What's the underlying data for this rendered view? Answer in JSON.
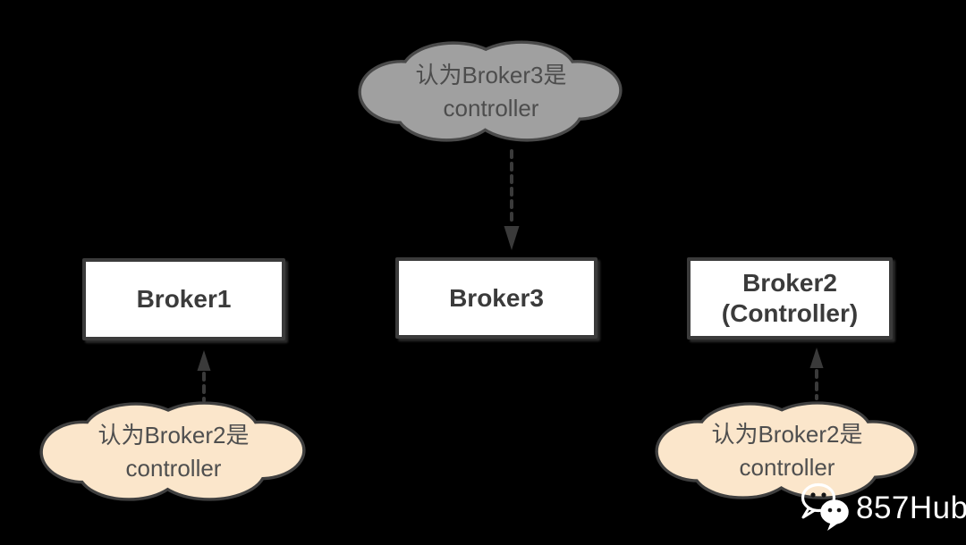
{
  "diagram": {
    "top_cloud": {
      "line1": "认为Broker3是",
      "line2": "controller"
    },
    "left_cloud": {
      "line1": "认为Broker2是",
      "line2": "controller"
    },
    "right_cloud": {
      "line1": "认为Broker2是",
      "line2": "controller"
    },
    "boxes": [
      {
        "id": "broker1",
        "label": "Broker1"
      },
      {
        "id": "broker3",
        "label": "Broker3"
      },
      {
        "id": "broker2",
        "label_line1": "Broker2",
        "label_line2": "(Controller)"
      }
    ]
  },
  "watermark": {
    "brand": "857Hub",
    "icon": "wechat-icon"
  },
  "colors": {
    "background": "#000000",
    "box-fill": "#ffffff",
    "box-border": "#3b3b3b",
    "box-text": "#3b3b3b",
    "gray-cloud-fill": "#a0a0a0",
    "gray-cloud-border": "#4a4a4a",
    "gray-cloud-text": "#4d4d4d",
    "peach-cloud-fill": "#fbe6cb",
    "peach-cloud-border": "#3f3f3f",
    "peach-cloud-text": "#4f4f4f",
    "arrow": "#3a3a3a",
    "watermark-text": "#ffffff"
  }
}
